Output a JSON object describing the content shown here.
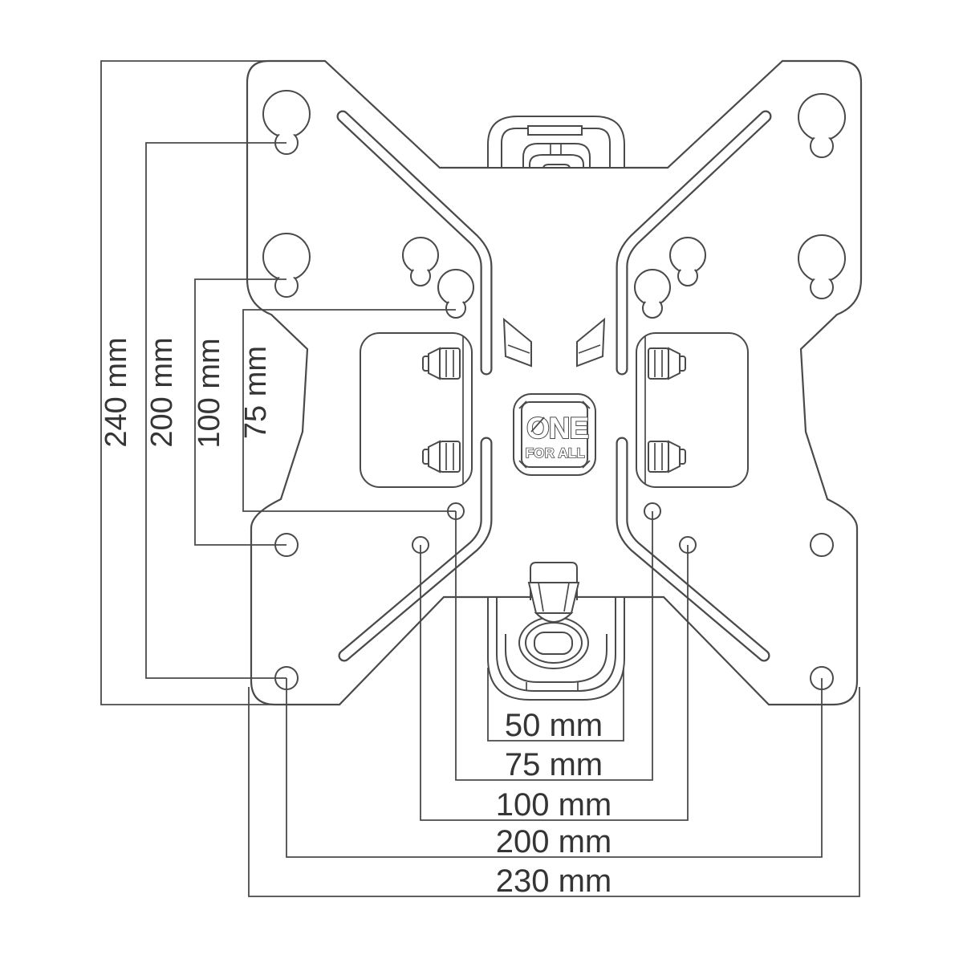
{
  "drawing": {
    "kind": "technical-line-drawing",
    "subject": "wall-mount bracket plate with VESA hole pattern dimensions"
  },
  "logo": {
    "line1": "ONE",
    "line2": "FOR ALL"
  },
  "dimensions": {
    "vertical": [
      "240 mm",
      "200 mm",
      "100 mm",
      "75 mm"
    ],
    "horizontal": [
      "50 mm",
      "75 mm",
      "100 mm",
      "200 mm",
      "230 mm"
    ]
  },
  "colors": {
    "line": "#4a4a4a",
    "text": "#353535",
    "background": "#ffffff"
  }
}
